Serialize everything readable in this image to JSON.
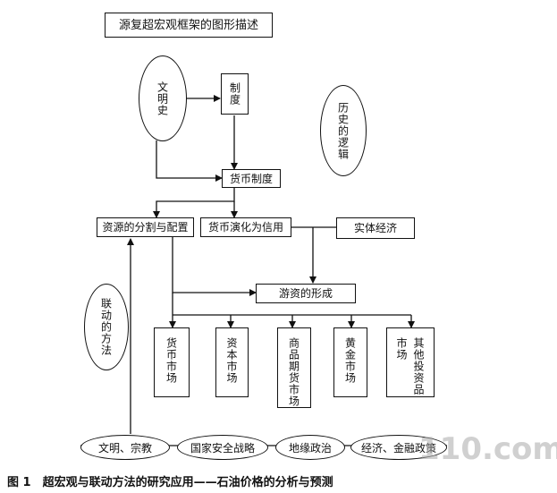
{
  "title": "源复超宏观框架的图形描述",
  "nodes": {
    "civ_history": "文明史",
    "institution": "制度",
    "history_logic": "历史的逻辑",
    "monetary_system": "货币制度",
    "resource_allocation": "资源的分割与配置",
    "money_to_credit": "货币演化为信用",
    "real_economy": "实体经济",
    "linkage_method": "联动的方法",
    "hot_money": "游资的形成"
  },
  "markets": [
    {
      "lines": [
        "货币市场"
      ]
    },
    {
      "lines": [
        "资本市场"
      ]
    },
    {
      "lines": [
        "商品期货市场"
      ]
    },
    {
      "lines": [
        "黄金市场"
      ]
    },
    {
      "lines": [
        "其他投资品",
        "市场"
      ]
    }
  ],
  "bottom_factors": [
    "文明、宗教",
    "国家安全战略",
    "地缘政治",
    "经济、金融政策"
  ],
  "caption": "图 1　超宏观与联动方法的研究应用——石油价格的分析与预测",
  "watermark": "110.com"
}
